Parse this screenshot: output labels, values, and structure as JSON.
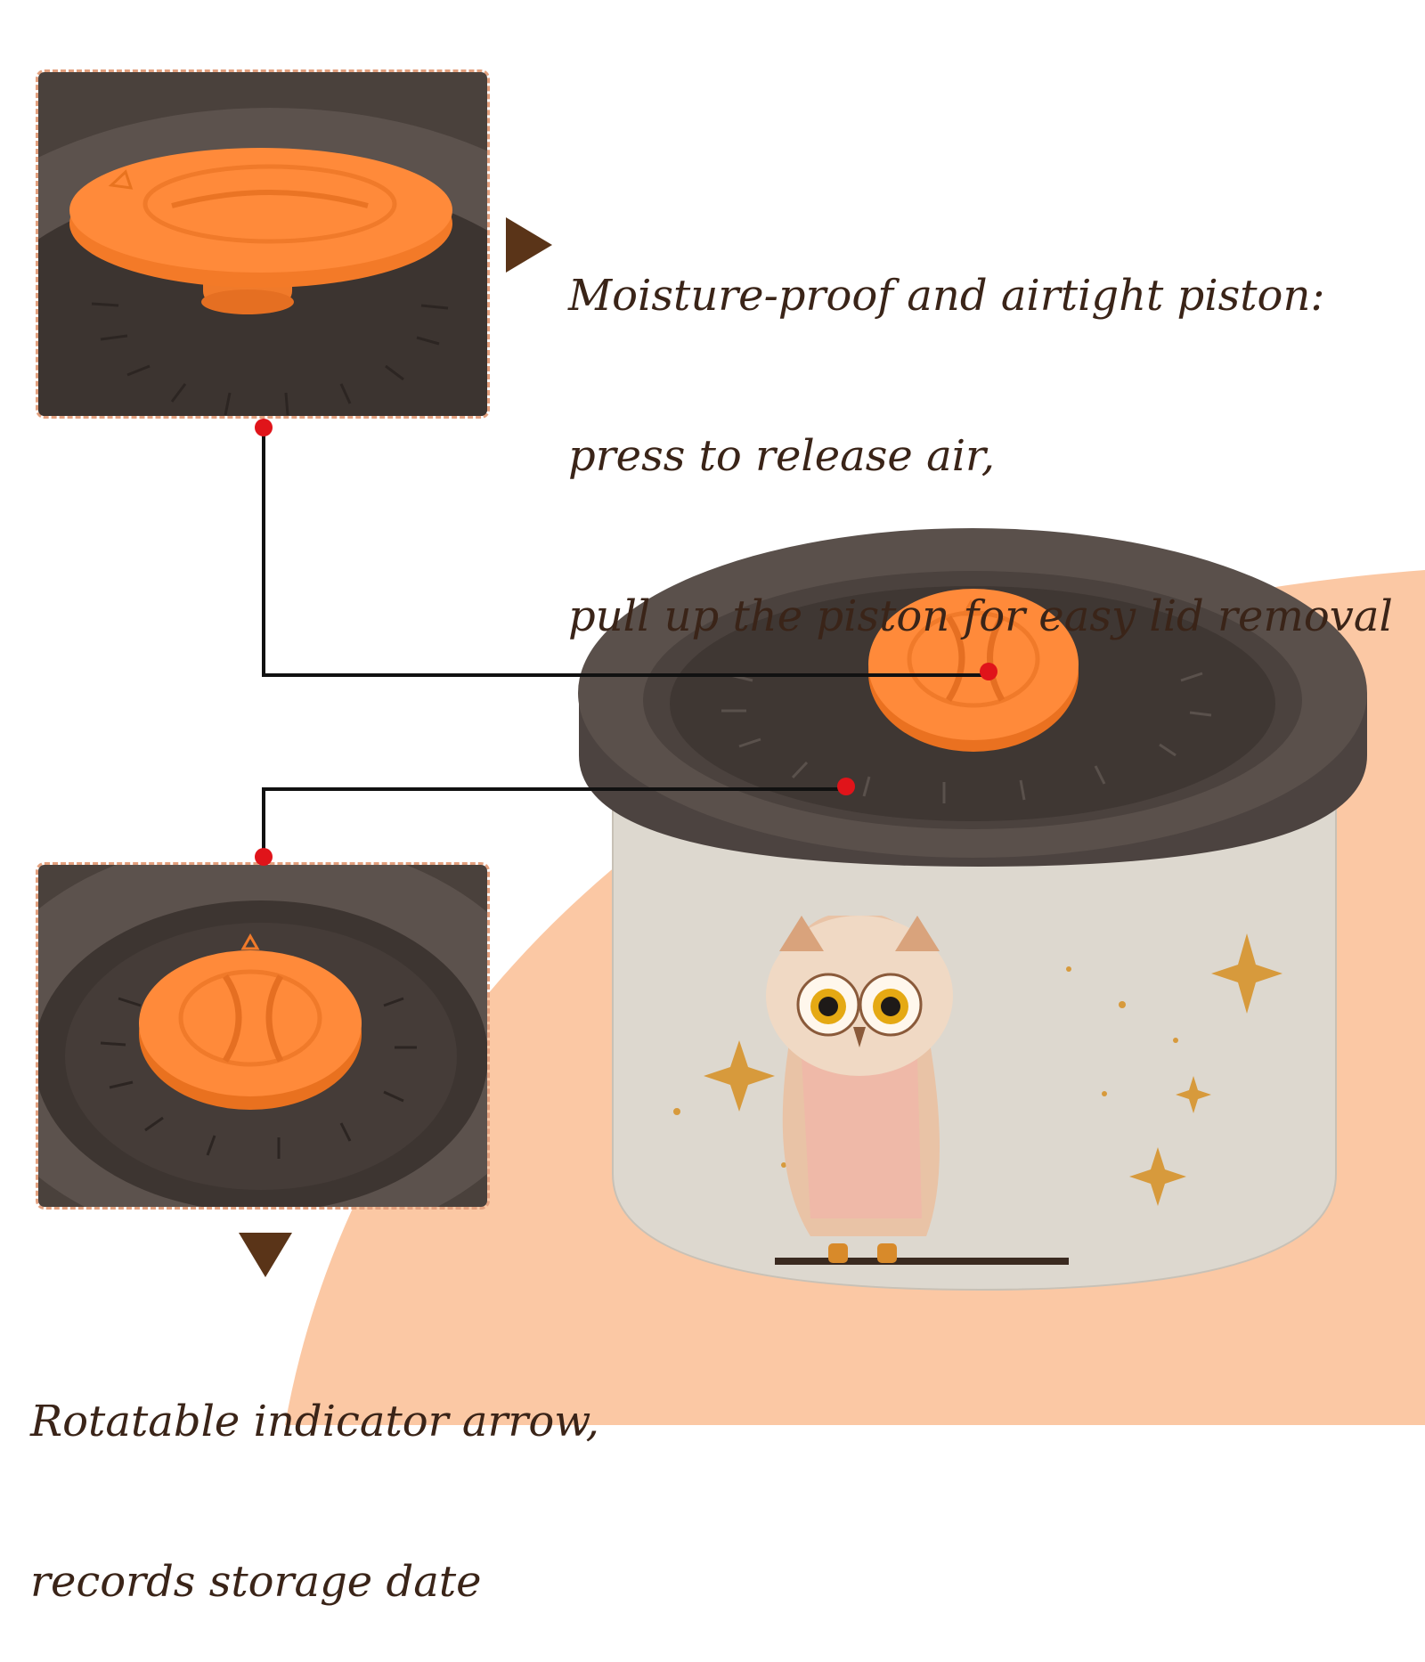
{
  "captions": {
    "piston": {
      "lines": [
        "Moisture-proof and airtight piston:",
        "press to release air,",
        "pull up the piston for easy lid removal"
      ]
    },
    "indicator": {
      "lines": [
        "Rotatable indicator arrow,",
        "records storage date"
      ]
    }
  },
  "colors": {
    "background": "#ffffff",
    "peach": "#fbc8a4",
    "lid": "#5a504b",
    "piston": "#ff8a3a",
    "text": "#3a2418",
    "arrow": "#5a3418",
    "callout_line": "#111111",
    "callout_dot": "#e0141a",
    "inset_border": "#e3a07e"
  },
  "icons": {
    "top_arrow": "triangle-right-icon",
    "bottom_arrow": "triangle-down-icon"
  }
}
